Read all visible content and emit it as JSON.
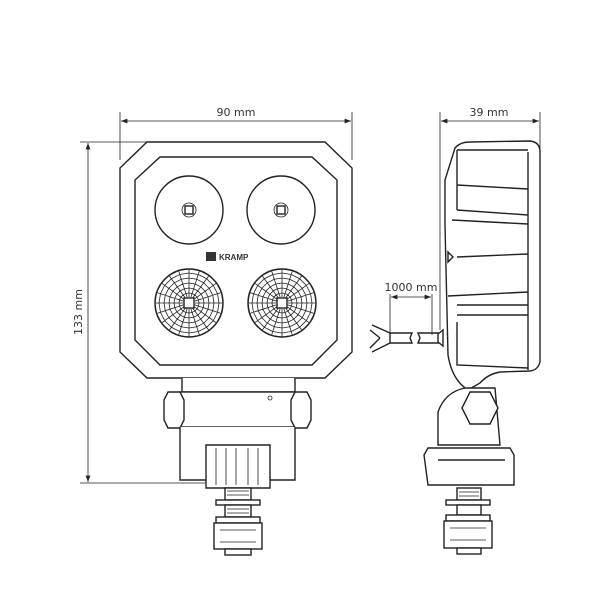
{
  "front_view": {
    "width_label": "90 mm",
    "height_label": "133 mm",
    "logo_text": "KRAMP"
  },
  "side_view": {
    "depth_label": "39 mm",
    "cable_label": "1000 mm"
  },
  "colors": {
    "line": "#222222",
    "background": "#ffffff"
  }
}
